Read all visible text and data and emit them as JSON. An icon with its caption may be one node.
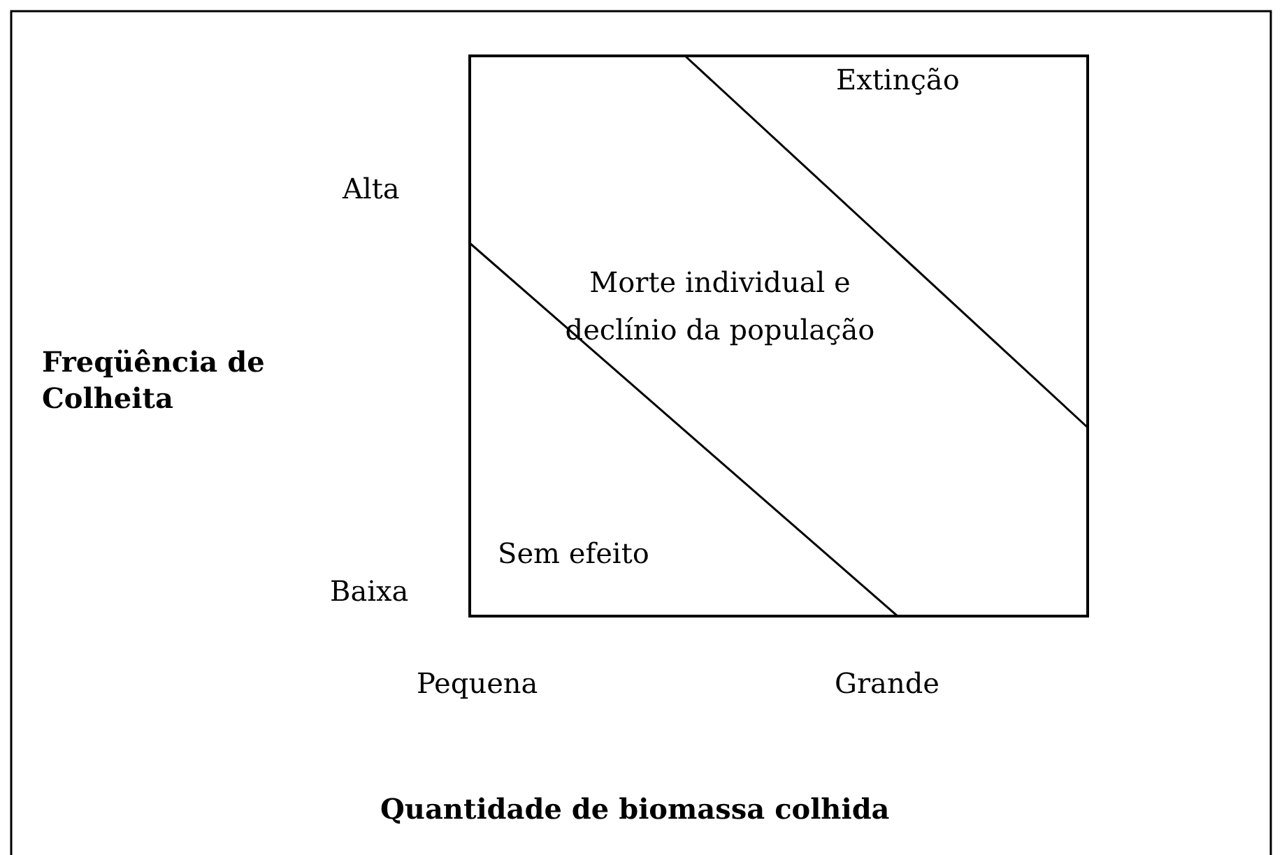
{
  "diagram": {
    "labels": [
      "Extinção",
      "Alta",
      "Morte individual e declínio da população",
      "Freqüência de Colheita",
      "Sem efeito",
      "Baixa",
      "Pequena",
      "Grande",
      "Quantidade de biomassa colhida"
    ]
  }
}
